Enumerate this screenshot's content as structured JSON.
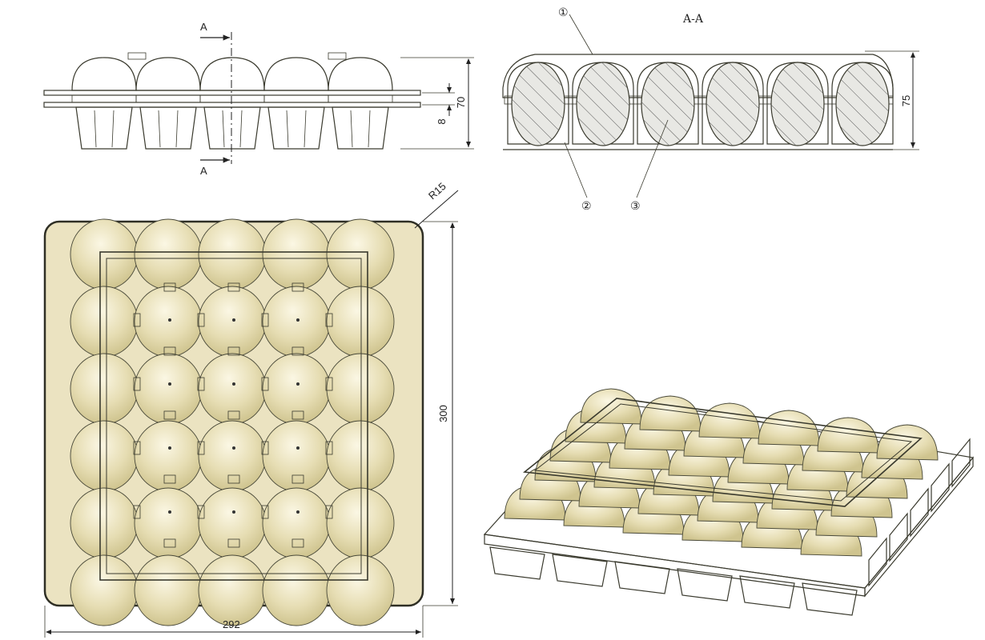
{
  "drawing": {
    "section_title": "A-A",
    "section_marker": "A",
    "callouts": [
      "①",
      "②",
      "③"
    ],
    "dimensions": {
      "side_height": "70",
      "side_gap": "8",
      "section_height": "75",
      "plan_height": "300",
      "plan_width": "292",
      "corner_radius": "R15"
    },
    "colors": {
      "tray": "#e9e1bd",
      "tray_dark": "#d7cd9f",
      "egg_section": "#e8e8e4",
      "outline": "#3a3a2e"
    }
  }
}
